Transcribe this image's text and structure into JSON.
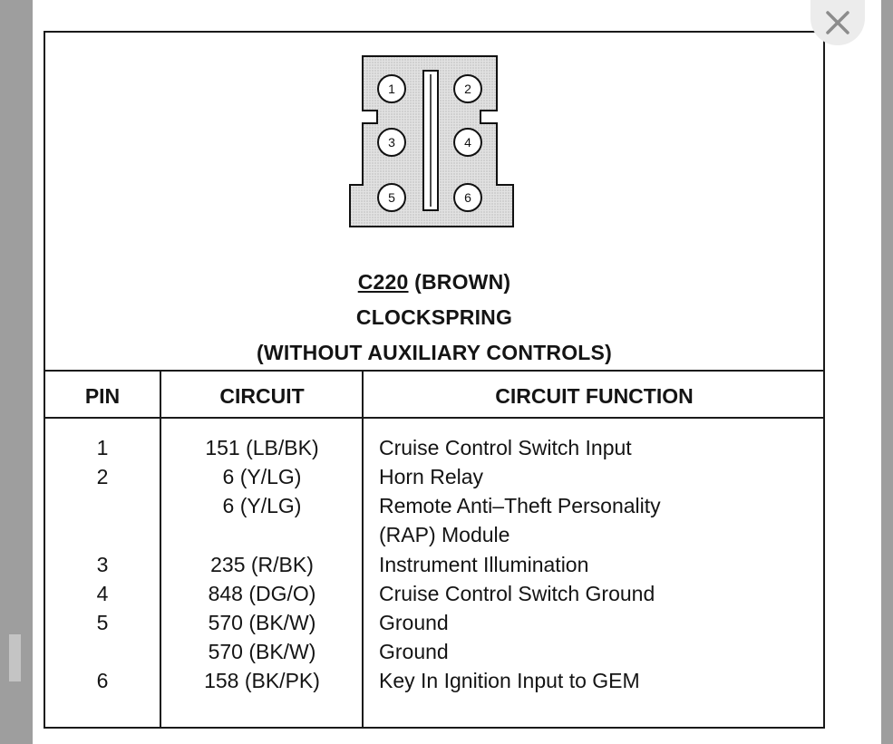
{
  "connector": {
    "id": "C220",
    "color_label": "(BROWN)",
    "name": "CLOCKSPRING",
    "variant": "(WITHOUT AUXILIARY CONTROLS)",
    "pin_labels": [
      "1",
      "2",
      "3",
      "4",
      "5",
      "6"
    ]
  },
  "table": {
    "headers": {
      "pin": "PIN",
      "circuit": "CIRCUIT",
      "function": "CIRCUIT FUNCTION"
    },
    "rows": [
      {
        "pin": "1",
        "circuit": "151 (LB/BK)",
        "function": "Cruise Control Switch Input"
      },
      {
        "pin": "2",
        "circuit": "6 (Y/LG)",
        "function": "Horn Relay"
      },
      {
        "pin": "",
        "circuit": "6 (Y/LG)",
        "function": "Remote Anti–Theft Personality"
      },
      {
        "pin": "",
        "circuit": "",
        "function": "(RAP) Module"
      },
      {
        "pin": "3",
        "circuit": "235 (R/BK)",
        "function": "Instrument Illumination"
      },
      {
        "pin": "4",
        "circuit": "848 (DG/O)",
        "function": "Cruise Control Switch Ground"
      },
      {
        "pin": "5",
        "circuit": "570 (BK/W)",
        "function": "Ground"
      },
      {
        "pin": "",
        "circuit": "570 (BK/W)",
        "function": "Ground"
      },
      {
        "pin": "6",
        "circuit": "158 (BK/PK)",
        "function": "Key In Ignition Input to GEM"
      }
    ]
  },
  "icons": {
    "close": "close-icon"
  },
  "colors": {
    "ink": "#141414",
    "backdrop": "#9e9e9e",
    "connector_fill": "#d9d9d9"
  }
}
